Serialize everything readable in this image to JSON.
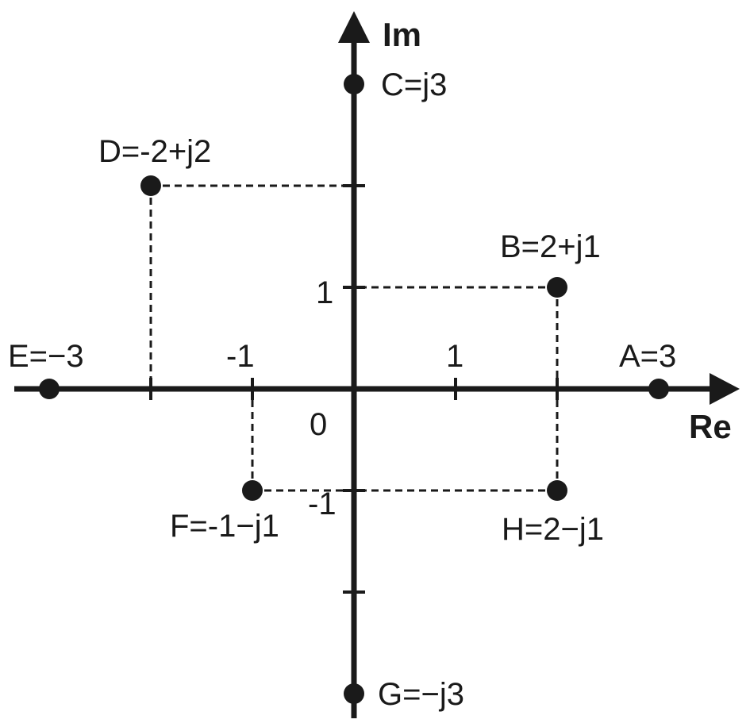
{
  "axes": {
    "x_label": "Re",
    "y_label": "Im",
    "origin_label": "0",
    "x_tick_labels": [
      "-1",
      "1"
    ],
    "y_tick_labels": [
      "1",
      "-1"
    ]
  },
  "points": [
    {
      "id": "A",
      "label": "A=3",
      "re": 3,
      "im": 0
    },
    {
      "id": "B",
      "label": "B=2+j1",
      "re": 2,
      "im": 1
    },
    {
      "id": "C",
      "label": "C=j3",
      "re": 0,
      "im": 3
    },
    {
      "id": "D",
      "label": "D=-2+j2",
      "re": -2,
      "im": 2
    },
    {
      "id": "E",
      "label": "E=−3",
      "re": -3,
      "im": 0
    },
    {
      "id": "F",
      "label": "F=-1−j1",
      "re": -1,
      "im": -1
    },
    {
      "id": "G",
      "label": "G=−j3",
      "re": 0,
      "im": -3
    },
    {
      "id": "H",
      "label": "H=2−j1",
      "re": 2,
      "im": -1
    }
  ],
  "colors": {
    "ink": "#1a1a1a",
    "background": "#ffffff"
  }
}
